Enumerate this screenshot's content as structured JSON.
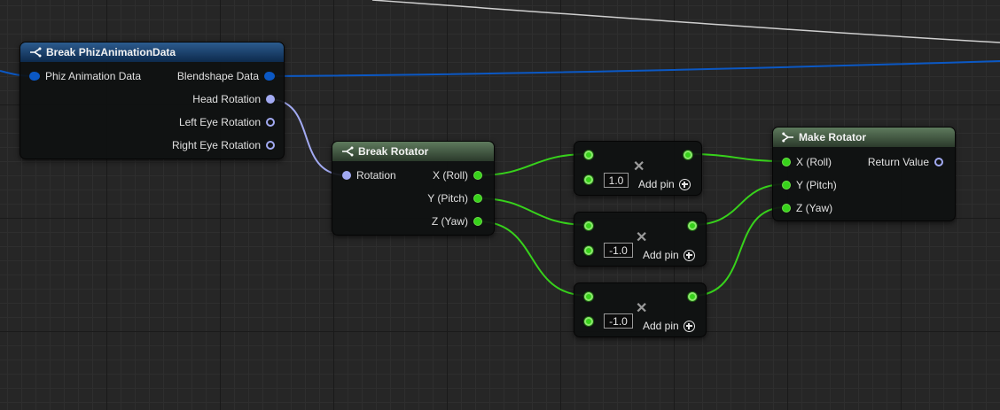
{
  "break_phiz": {
    "title": "Break PhizAnimationData",
    "input_label": "Phiz Animation Data",
    "outputs": [
      "Blendshape Data",
      "Head Rotation",
      "Left Eye Rotation",
      "Right Eye Rotation"
    ]
  },
  "break_rotator": {
    "title": "Break Rotator",
    "input_label": "Rotation",
    "outputs": [
      "X (Roll)",
      "Y (Pitch)",
      "Z (Yaw)"
    ]
  },
  "multiply_nodes": [
    {
      "value": "1.0",
      "add_pin_label": "Add pin"
    },
    {
      "value": "-1.0",
      "add_pin_label": "Add pin"
    },
    {
      "value": "-1.0",
      "add_pin_label": "Add pin"
    }
  ],
  "make_rotator": {
    "title": "Make Rotator",
    "inputs": [
      "X (Roll)",
      "Y (Pitch)",
      "Z (Yaw)"
    ],
    "output_label": "Return Value"
  },
  "colors": {
    "struct_wire": "#0b58c4",
    "rotator_wire": "#a2aaf2",
    "float_wire": "#37d21b",
    "exec_wire": "#cfcfcf"
  }
}
